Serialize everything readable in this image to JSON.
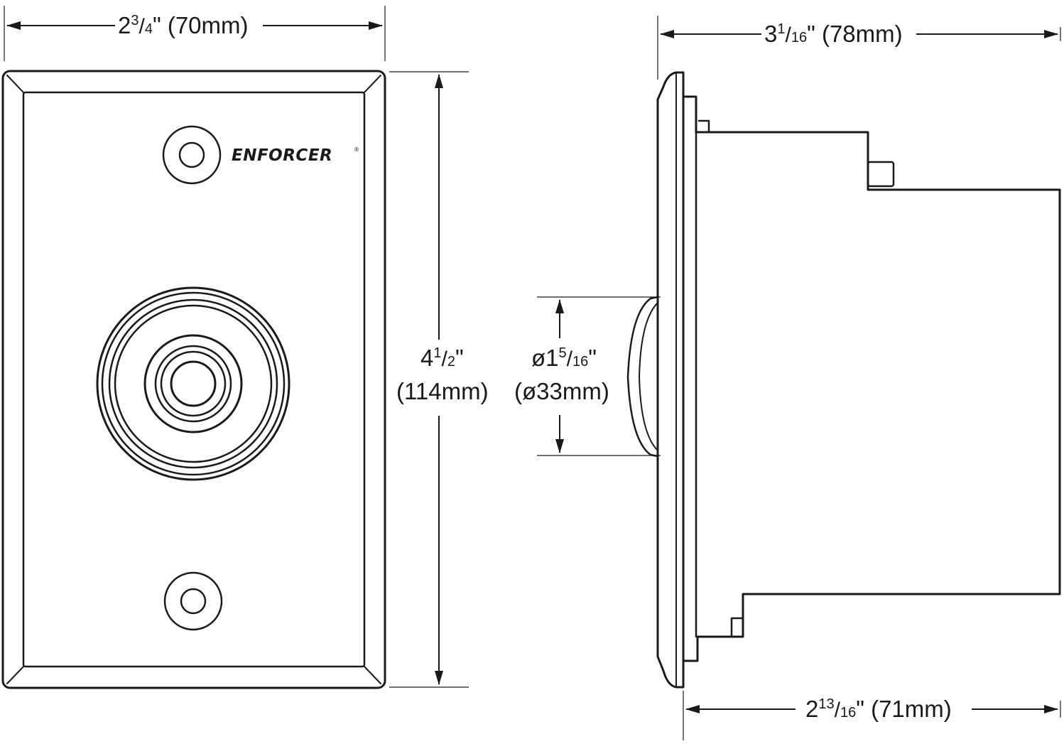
{
  "brand": {
    "name": "ENFORCER",
    "reg_mark": "®"
  },
  "dimensions": {
    "plate_width": {
      "whole": "2",
      "num": "3",
      "den": "4",
      "tail": "\" (70mm)"
    },
    "plate_height": {
      "whole": "4",
      "num": "1",
      "den": "2",
      "tail": "\"",
      "metric": "(114mm)"
    },
    "button_diameter": {
      "whole": "ø1",
      "num": "5",
      "den": "16",
      "tail": "\"",
      "metric": "(ø33mm)"
    },
    "overall_depth": {
      "whole": "3",
      "num": "1",
      "den": "16",
      "tail": "\" (78mm)"
    },
    "body_depth": {
      "whole": "2",
      "num": "13",
      "den": "16",
      "tail": "\" (71mm)"
    }
  },
  "separator": "/"
}
